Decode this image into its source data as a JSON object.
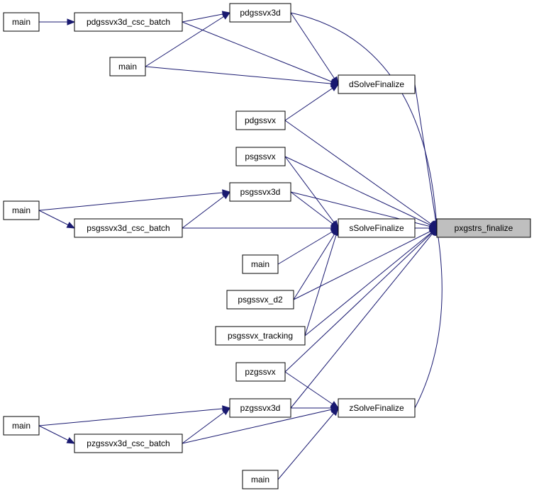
{
  "colors": {
    "edge": "#191970",
    "node_border": "#000000",
    "focus_fill": "#bfbfbf",
    "background": "#ffffff"
  },
  "nodes": {
    "pxgstrs_finalize": "pxgstrs_finalize",
    "dSolveFinalize": "dSolveFinalize",
    "sSolveFinalize": "sSolveFinalize",
    "zSolveFinalize": "zSolveFinalize",
    "pdgssvx3d": "pdgssvx3d",
    "pdgssvx3d_csc_batch": "pdgssvx3d_csc_batch",
    "pdgssvx": "pdgssvx",
    "psgssvx": "psgssvx",
    "psgssvx3d": "psgssvx3d",
    "psgssvx3d_csc_batch": "psgssvx3d_csc_batch",
    "psgssvx_d2": "psgssvx_d2",
    "psgssvx_tracking": "psgssvx_tracking",
    "pzgssvx": "pzgssvx",
    "pzgssvx3d": "pzgssvx3d",
    "pzgssvx3d_csc_batch": "pzgssvx3d_csc_batch",
    "main_1": "main",
    "main_2": "main",
    "main_3": "main",
    "main_4": "main",
    "main_5": "main",
    "main_6": "main"
  },
  "edges": [
    [
      "dSolveFinalize",
      "pxgstrs_finalize"
    ],
    [
      "sSolveFinalize",
      "pxgstrs_finalize"
    ],
    [
      "zSolveFinalize",
      "pxgstrs_finalize"
    ],
    [
      "pdgssvx3d",
      "pxgstrs_finalize"
    ],
    [
      "pdgssvx",
      "pxgstrs_finalize"
    ],
    [
      "psgssvx",
      "pxgstrs_finalize"
    ],
    [
      "psgssvx3d",
      "pxgstrs_finalize"
    ],
    [
      "psgssvx_d2",
      "pxgstrs_finalize"
    ],
    [
      "psgssvx_tracking",
      "pxgstrs_finalize"
    ],
    [
      "pzgssvx",
      "pxgstrs_finalize"
    ],
    [
      "pzgssvx3d",
      "pxgstrs_finalize"
    ],
    [
      "pdgssvx3d",
      "dSolveFinalize"
    ],
    [
      "pdgssvx3d_csc_batch",
      "dSolveFinalize"
    ],
    [
      "main_2",
      "dSolveFinalize"
    ],
    [
      "pdgssvx",
      "dSolveFinalize"
    ],
    [
      "psgssvx",
      "sSolveFinalize"
    ],
    [
      "psgssvx3d",
      "sSolveFinalize"
    ],
    [
      "psgssvx3d_csc_batch",
      "sSolveFinalize"
    ],
    [
      "main_4",
      "sSolveFinalize"
    ],
    [
      "psgssvx_d2",
      "sSolveFinalize"
    ],
    [
      "psgssvx_tracking",
      "sSolveFinalize"
    ],
    [
      "pzgssvx",
      "zSolveFinalize"
    ],
    [
      "pzgssvx3d",
      "zSolveFinalize"
    ],
    [
      "pzgssvx3d_csc_batch",
      "zSolveFinalize"
    ],
    [
      "main_6",
      "zSolveFinalize"
    ],
    [
      "pdgssvx3d_csc_batch",
      "pdgssvx3d"
    ],
    [
      "main_2",
      "pdgssvx3d"
    ],
    [
      "main_1",
      "pdgssvx3d_csc_batch"
    ],
    [
      "psgssvx3d_csc_batch",
      "psgssvx3d"
    ],
    [
      "main_3",
      "psgssvx3d"
    ],
    [
      "main_3",
      "psgssvx3d_csc_batch"
    ],
    [
      "pzgssvx3d_csc_batch",
      "pzgssvx3d"
    ],
    [
      "main_5",
      "pzgssvx3d"
    ],
    [
      "main_5",
      "pzgssvx3d_csc_batch"
    ]
  ]
}
